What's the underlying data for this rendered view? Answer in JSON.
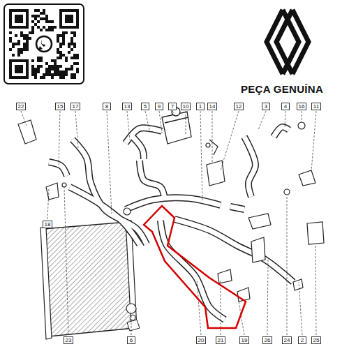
{
  "diagram": {
    "labels": [
      "PEÇA GENUÍNA",
      "22",
      "15",
      "17",
      "8",
      "13",
      "5",
      "9",
      "7",
      "10",
      "1",
      "14",
      "12",
      "3",
      "4",
      "16",
      "11",
      "18",
      "23",
      "6",
      "20",
      "21",
      "19",
      "26",
      "24",
      "2",
      "25"
    ]
  }
}
